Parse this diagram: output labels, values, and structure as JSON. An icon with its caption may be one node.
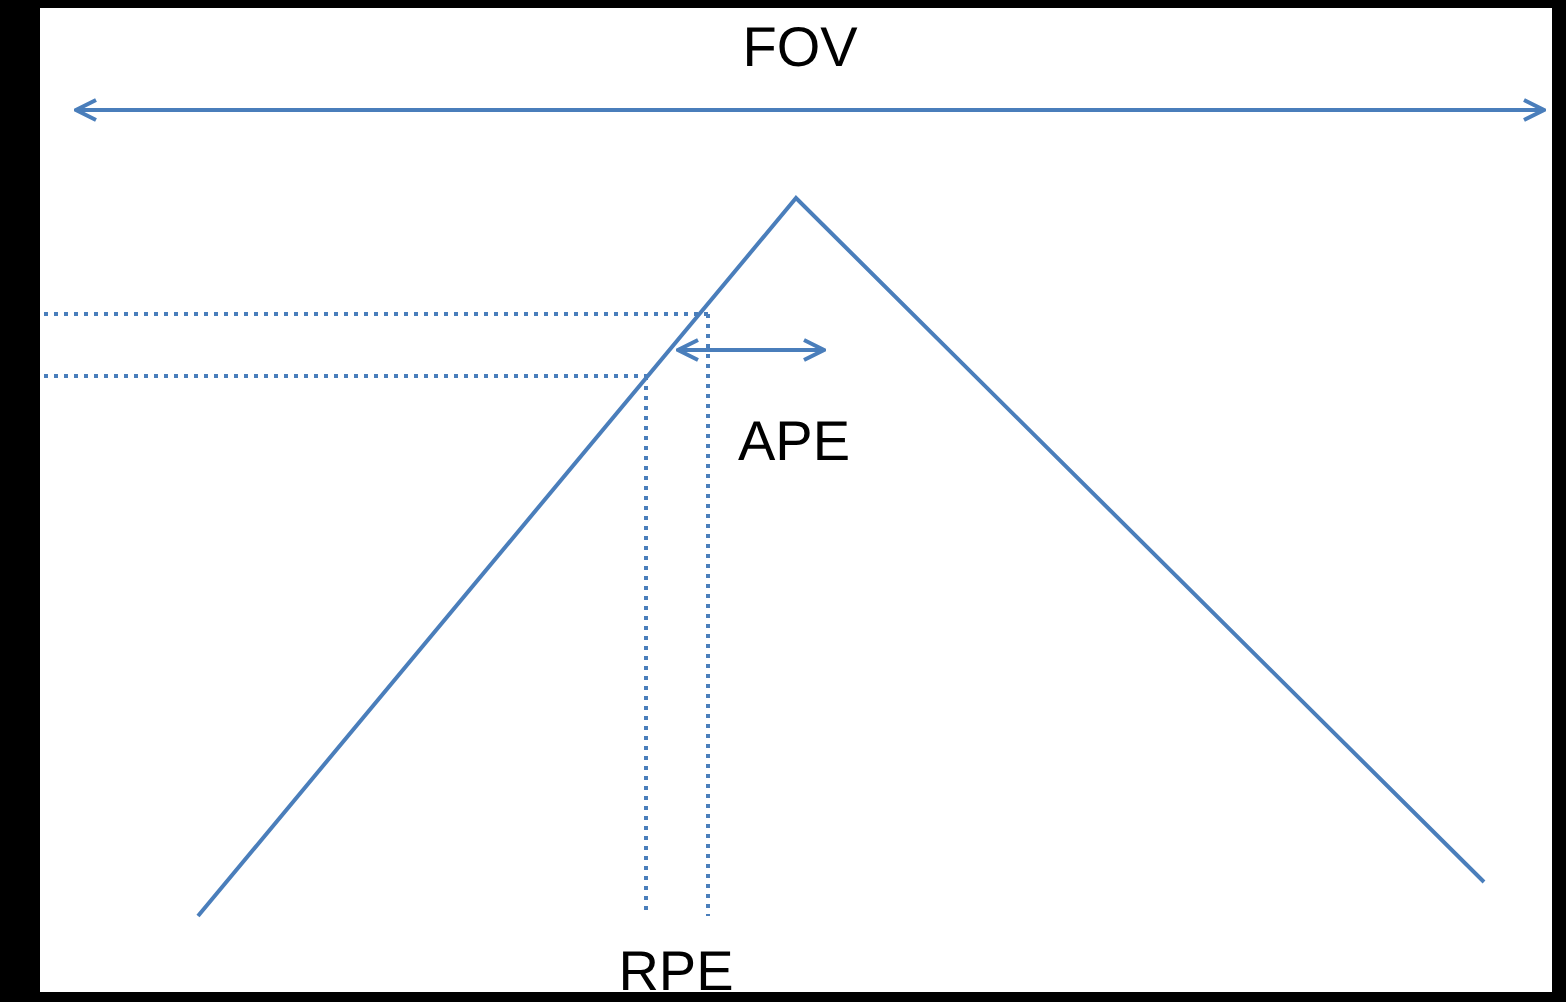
{
  "diagram": {
    "labels": [
      "FOV",
      "APE",
      "RPE"
    ]
  }
}
